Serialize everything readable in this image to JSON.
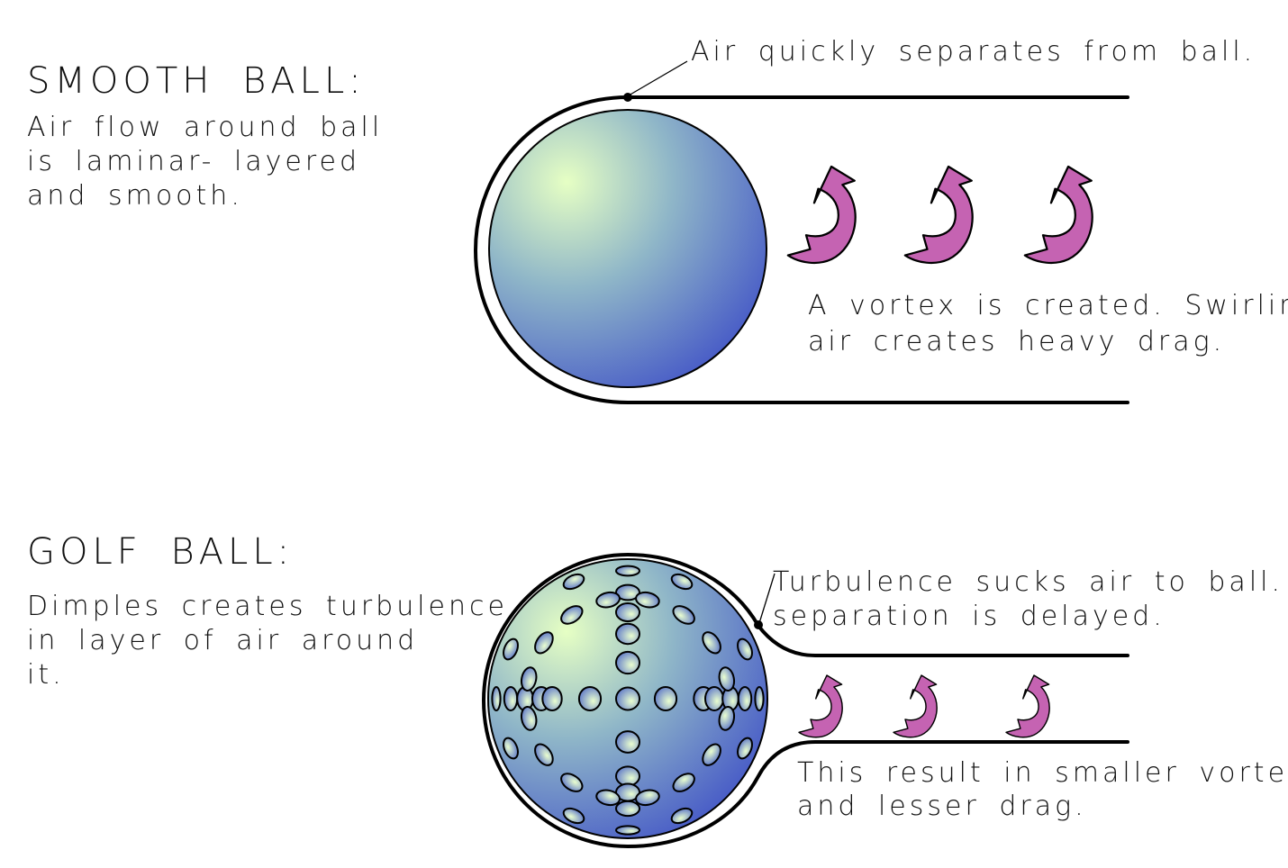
{
  "colors": {
    "heading": "#e02020",
    "text": "#111111",
    "arrow_fill": "#c563b2",
    "ball_light": "#e6ffc4",
    "ball_mid": "#8fb6c8",
    "ball_dark": "#4659c7"
  },
  "smooth": {
    "heading": "SMOOTH BALL:",
    "description": [
      "Air flow around ball",
      "is laminar- layered",
      "and smooth."
    ],
    "separation_note": "Air quickly separates from ball.",
    "vortex_note": [
      "A vortex is created. Swirling",
      "air creates heavy drag."
    ],
    "vortex_arrow_count": 3
  },
  "golf": {
    "heading": "GOLF BALL:",
    "description": [
      "Dimples creates turbulence",
      "in layer of air around",
      "it."
    ],
    "turbulence_note": [
      "Turbulence sucks air to ball.",
      "separation is delayed."
    ],
    "vortex_note": [
      "This result in smaller vortex",
      "and lesser drag."
    ],
    "vortex_arrow_count": 3
  }
}
